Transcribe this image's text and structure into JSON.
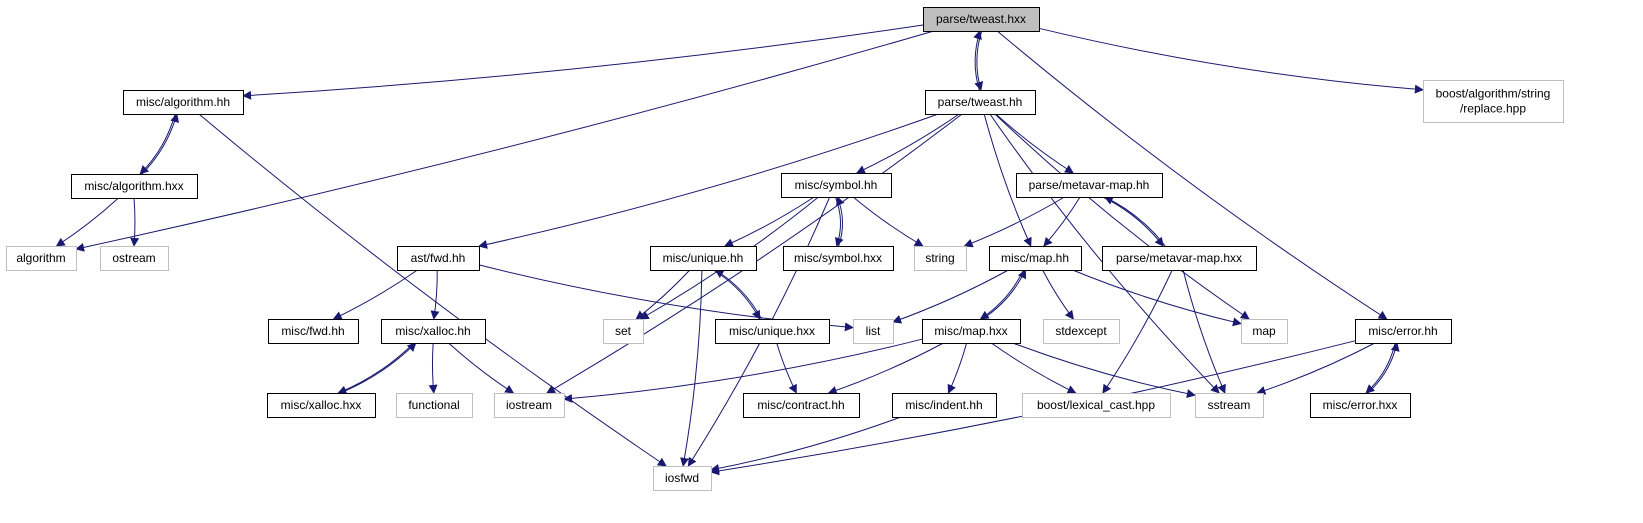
{
  "colors": {
    "edge": "#191970",
    "main_fill": "#bfbfbf",
    "local_border": "#000000",
    "system_border": "#bfbfbf"
  },
  "nodes": [
    {
      "id": "tweast_hxx",
      "label": "parse/tweast.hxx",
      "kind": "main"
    },
    {
      "id": "tweast_hh",
      "label": "parse/tweast.hh",
      "kind": "local"
    },
    {
      "id": "algorithm_hh",
      "label": "misc/algorithm.hh",
      "kind": "local"
    },
    {
      "id": "algorithm_hxx",
      "label": "misc/algorithm.hxx",
      "kind": "local"
    },
    {
      "id": "algorithm",
      "label": "algorithm",
      "kind": "system"
    },
    {
      "id": "ostream",
      "label": "ostream",
      "kind": "system"
    },
    {
      "id": "boost_replace",
      "label": "boost/algorithm/string\n/replace.hpp",
      "kind": "system"
    },
    {
      "id": "symbol_hh",
      "label": "misc/symbol.hh",
      "kind": "local"
    },
    {
      "id": "symbol_hxx",
      "label": "misc/symbol.hxx",
      "kind": "local"
    },
    {
      "id": "metavar_hh",
      "label": "parse/metavar-map.hh",
      "kind": "local"
    },
    {
      "id": "metavar_hxx",
      "label": "parse/metavar-map.hxx",
      "kind": "local"
    },
    {
      "id": "ast_fwd",
      "label": "ast/fwd.hh",
      "kind": "local"
    },
    {
      "id": "unique_hh",
      "label": "misc/unique.hh",
      "kind": "local"
    },
    {
      "id": "unique_hxx",
      "label": "misc/unique.hxx",
      "kind": "local"
    },
    {
      "id": "string",
      "label": "string",
      "kind": "system"
    },
    {
      "id": "map_hh",
      "label": "misc/map.hh",
      "kind": "local"
    },
    {
      "id": "map_hxx",
      "label": "misc/map.hxx",
      "kind": "local"
    },
    {
      "id": "misc_fwd",
      "label": "misc/fwd.hh",
      "kind": "local"
    },
    {
      "id": "xalloc_hh",
      "label": "misc/xalloc.hh",
      "kind": "local"
    },
    {
      "id": "xalloc_hxx",
      "label": "misc/xalloc.hxx",
      "kind": "local"
    },
    {
      "id": "set",
      "label": "set",
      "kind": "system"
    },
    {
      "id": "list",
      "label": "list",
      "kind": "system"
    },
    {
      "id": "stdexcept",
      "label": "stdexcept",
      "kind": "system"
    },
    {
      "id": "map",
      "label": "map",
      "kind": "system"
    },
    {
      "id": "error_hh",
      "label": "misc/error.hh",
      "kind": "local"
    },
    {
      "id": "error_hxx",
      "label": "misc/error.hxx",
      "kind": "local"
    },
    {
      "id": "functional",
      "label": "functional",
      "kind": "system"
    },
    {
      "id": "iostream",
      "label": "iostream",
      "kind": "system"
    },
    {
      "id": "contract_hh",
      "label": "misc/contract.hh",
      "kind": "local"
    },
    {
      "id": "indent_hh",
      "label": "misc/indent.hh",
      "kind": "local"
    },
    {
      "id": "lexical_cast",
      "label": "boost/lexical_cast.hpp",
      "kind": "system"
    },
    {
      "id": "sstream",
      "label": "sstream",
      "kind": "system"
    },
    {
      "id": "iosfwd",
      "label": "iosfwd",
      "kind": "system"
    }
  ],
  "edges": [
    [
      "tweast_hxx",
      "algorithm"
    ],
    [
      "tweast_hxx",
      "algorithm_hh"
    ],
    [
      "tweast_hxx",
      "tweast_hh"
    ],
    [
      "tweast_hh",
      "tweast_hxx"
    ],
    [
      "tweast_hxx",
      "boost_replace"
    ],
    [
      "tweast_hxx",
      "error_hh"
    ],
    [
      "algorithm_hh",
      "algorithm_hxx"
    ],
    [
      "algorithm_hxx",
      "algorithm_hh"
    ],
    [
      "algorithm_hh",
      "iosfwd"
    ],
    [
      "algorithm_hxx",
      "algorithm"
    ],
    [
      "algorithm_hxx",
      "ostream"
    ],
    [
      "tweast_hh",
      "ast_fwd"
    ],
    [
      "tweast_hh",
      "symbol_hh"
    ],
    [
      "tweast_hh",
      "metavar_hh"
    ],
    [
      "tweast_hh",
      "map_hh"
    ],
    [
      "tweast_hh",
      "iostream"
    ],
    [
      "tweast_hh",
      "map"
    ],
    [
      "tweast_hh",
      "sstream"
    ],
    [
      "symbol_hh",
      "unique_hh"
    ],
    [
      "symbol_hh",
      "symbol_hxx"
    ],
    [
      "symbol_hxx",
      "symbol_hh"
    ],
    [
      "symbol_hh",
      "string"
    ],
    [
      "symbol_hh",
      "set"
    ],
    [
      "symbol_hh",
      "iosfwd"
    ],
    [
      "metavar_hh",
      "string"
    ],
    [
      "metavar_hh",
      "map_hh"
    ],
    [
      "metavar_hh",
      "metavar_hxx"
    ],
    [
      "metavar_hxx",
      "metavar_hh"
    ],
    [
      "metavar_hxx",
      "lexical_cast"
    ],
    [
      "metavar_hxx",
      "sstream"
    ],
    [
      "ast_fwd",
      "misc_fwd"
    ],
    [
      "ast_fwd",
      "xalloc_hh"
    ],
    [
      "ast_fwd",
      "list"
    ],
    [
      "unique_hh",
      "set"
    ],
    [
      "unique_hh",
      "unique_hxx"
    ],
    [
      "unique_hxx",
      "unique_hh"
    ],
    [
      "unique_hh",
      "iosfwd"
    ],
    [
      "unique_hxx",
      "contract_hh"
    ],
    [
      "map_hh",
      "list"
    ],
    [
      "map_hh",
      "map_hxx"
    ],
    [
      "map_hxx",
      "map_hh"
    ],
    [
      "map_hh",
      "stdexcept"
    ],
    [
      "map_hh",
      "map"
    ],
    [
      "map_hxx",
      "iostream"
    ],
    [
      "map_hxx",
      "contract_hh"
    ],
    [
      "map_hxx",
      "indent_hh"
    ],
    [
      "map_hxx",
      "lexical_cast"
    ],
    [
      "map_hxx",
      "sstream"
    ],
    [
      "xalloc_hh",
      "xalloc_hxx"
    ],
    [
      "xalloc_hxx",
      "xalloc_hh"
    ],
    [
      "xalloc_hh",
      "functional"
    ],
    [
      "xalloc_hh",
      "iostream"
    ],
    [
      "indent_hh",
      "iosfwd"
    ],
    [
      "error_hh",
      "sstream"
    ],
    [
      "error_hh",
      "error_hxx"
    ],
    [
      "error_hxx",
      "error_hh"
    ],
    [
      "error_hh",
      "iosfwd"
    ]
  ]
}
